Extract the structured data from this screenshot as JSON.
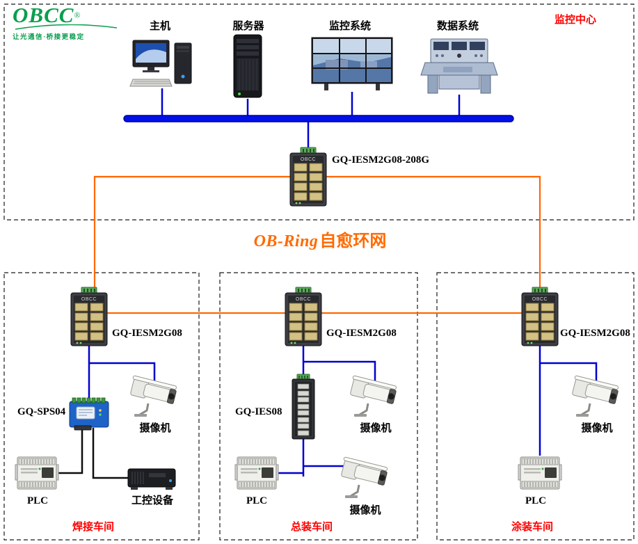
{
  "logo": {
    "brand": "OBCC",
    "reg": "®",
    "slogan": "让光通信·桥接更稳定"
  },
  "monitoring_center": {
    "region_label": "监控中心",
    "host_label": "主机",
    "server_label": "服务器",
    "surveillance_label": "监控系统",
    "data_system_label": "数据系统",
    "core_switch_label": "GQ-IESM2G08-208G"
  },
  "ring": {
    "name_en": "OB-Ring",
    "name_cn": "自愈环网"
  },
  "workshop_welding": {
    "region_label": "焊接车间",
    "switch_label": "GQ-IESM2G08",
    "serial_server_label": "GQ-SPS04",
    "camera_label": "摄像机",
    "plc_label": "PLC",
    "ipc_label": "工控设备"
  },
  "workshop_assembly": {
    "region_label": "总装车间",
    "switch_label": "GQ-IESM2G08",
    "access_switch_label": "GQ-IES08",
    "camera_top_label": "摄像机",
    "plc_label": "PLC",
    "camera_bottom_label": "摄像机"
  },
  "workshop_painting": {
    "region_label": "涂装车间",
    "switch_label": "GQ-IESM2G08",
    "camera_label": "摄像机",
    "plc_label": "PLC"
  },
  "colors": {
    "ring_line": "#ff6600",
    "device_link": "#0000d0",
    "bus_bar": "#0010e8",
    "region_text": "#fe0000",
    "ring_text": "#ff6a00",
    "brand_green": "#0a9e4e"
  }
}
